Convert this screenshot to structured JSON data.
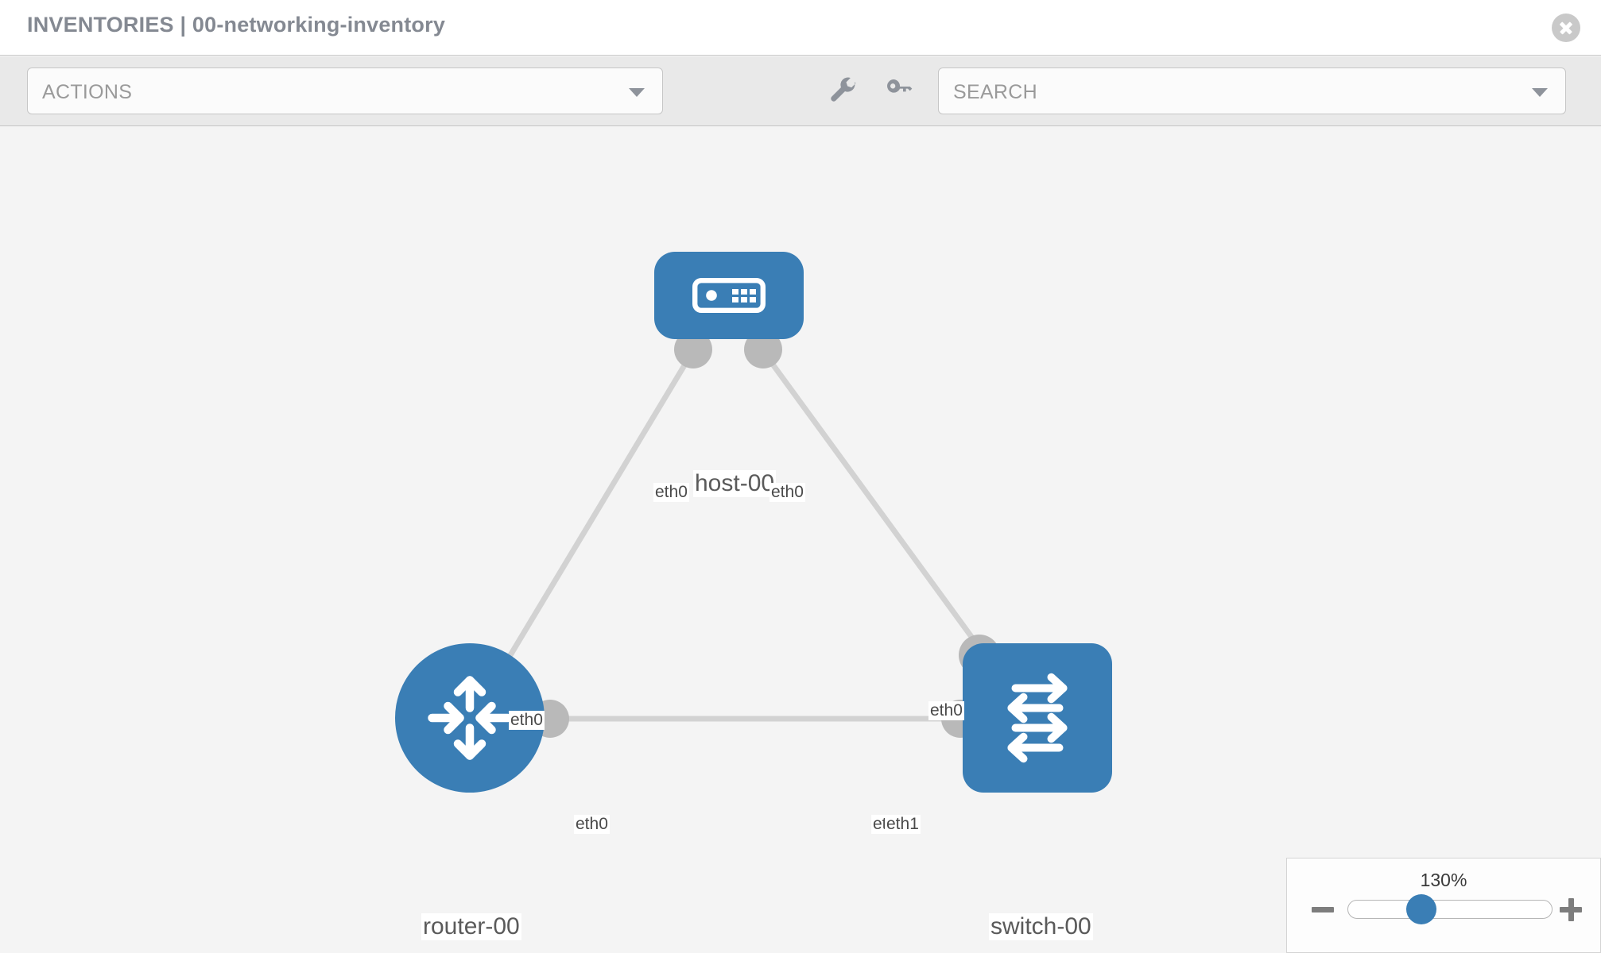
{
  "header": {
    "title": "INVENTORIES | 00-networking-inventory",
    "close_label": ""
  },
  "toolbar": {
    "actions_label": "ACTIONS",
    "search_placeholder": "SEARCH",
    "wrench_icon": "wrench-icon",
    "key_icon": "key-icon"
  },
  "topology": {
    "nodes": [
      {
        "id": "host-00",
        "label": "host-00",
        "type": "host",
        "icon": "server-icon",
        "shape": "rounded-rect",
        "color": "#3a7eb5"
      },
      {
        "id": "router-00",
        "label": "router-00",
        "type": "router",
        "icon": "router-arrows-icon",
        "shape": "circle",
        "color": "#3a7eb5"
      },
      {
        "id": "switch-00",
        "label": "switch-00",
        "type": "switch",
        "icon": "switch-arrows-icon",
        "shape": "rounded-square",
        "color": "#3a7eb5"
      }
    ],
    "edges": [
      {
        "from": "host-00",
        "to": "router-00",
        "from_interface": "eth0",
        "to_interface": "eth0"
      },
      {
        "from": "host-00",
        "to": "switch-00",
        "from_interface": "eth0",
        "to_interface": "eth0"
      },
      {
        "from": "router-00",
        "to": "switch-00",
        "from_interface": "eth0",
        "to_interface": "eth1"
      }
    ],
    "interface_labels": {
      "host_left": "eth0",
      "host_right": "eth0",
      "router_uplink": "eth0",
      "switch_uplink": "eth0",
      "router_side": "eth0",
      "switch_side_a": "et",
      "switch_side_b": "eth1"
    }
  },
  "zoom_control": {
    "value": "130%",
    "minus_label": "",
    "plus_label": ""
  },
  "colors": {
    "node_blue": "#3a7eb5",
    "edge_gray": "#d2d2d2",
    "port_gray": "#b9b9b9",
    "toolbar_bg": "#e9e9e9",
    "canvas_bg": "#f4f4f4"
  }
}
